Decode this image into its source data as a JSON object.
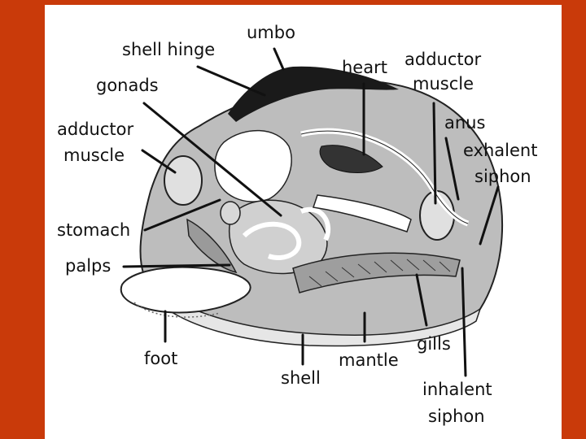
{
  "labels": {
    "umbo": "umbo",
    "shell_hinge": "shell hinge",
    "heart": "heart",
    "adductor_right_1": "adductor",
    "adductor_right_2": "muscle",
    "gonads": "gonads",
    "anus": "anus",
    "adductor_left_1": "adductor",
    "adductor_left_2": "muscle",
    "exhalent_1": "exhalent",
    "exhalent_2": "siphon",
    "stomach": "stomach",
    "palps": "palps",
    "gills": "gills",
    "foot": "foot",
    "mantle": "mantle",
    "shell": "shell",
    "inhalent_1": "inhalent",
    "inhalent_2": "siphon"
  },
  "colors": {
    "background": "#c93a0a",
    "panel": "#ffffff",
    "body": "#bdbdbd",
    "dark": "#1a1a1a"
  }
}
